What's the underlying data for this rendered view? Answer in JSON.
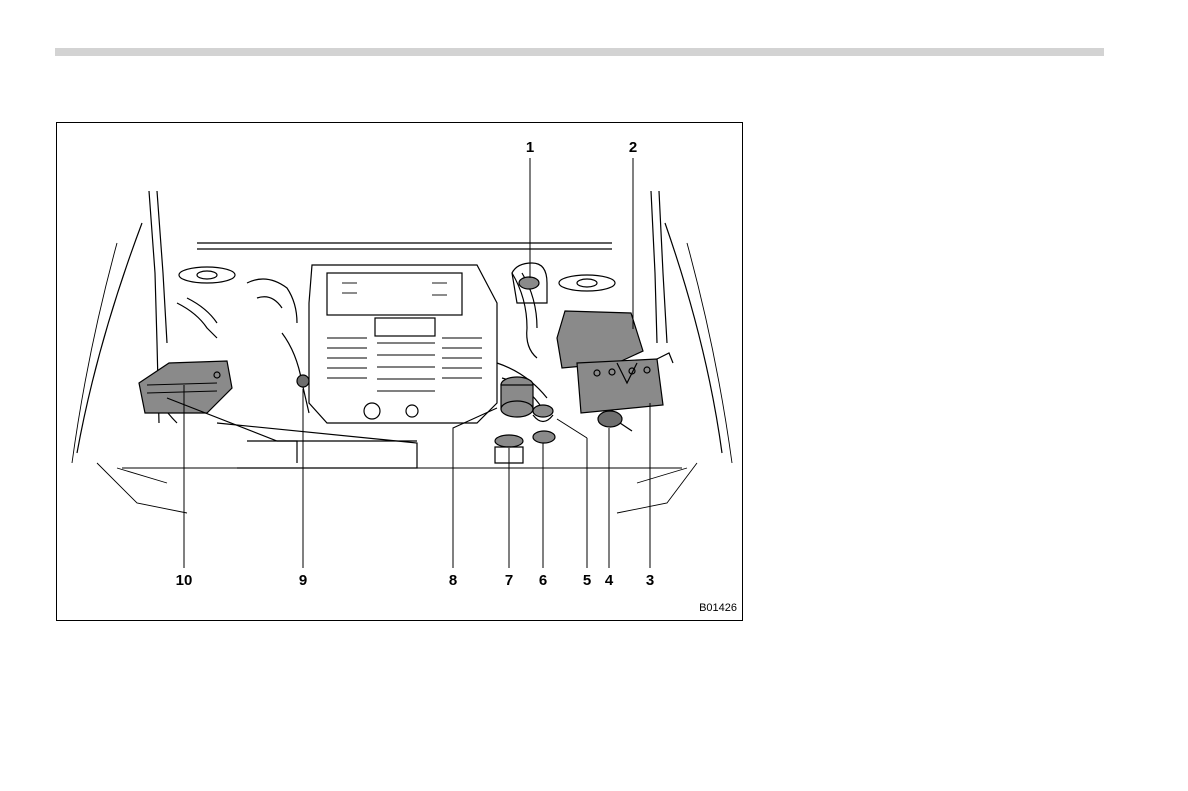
{
  "figure": {
    "code": "B01426",
    "callouts": {
      "c1": "1",
      "c2": "2",
      "c3": "3",
      "c4": "4",
      "c5": "5",
      "c6": "6",
      "c7": "7",
      "c8": "8",
      "c9": "9",
      "c10": "10"
    }
  }
}
